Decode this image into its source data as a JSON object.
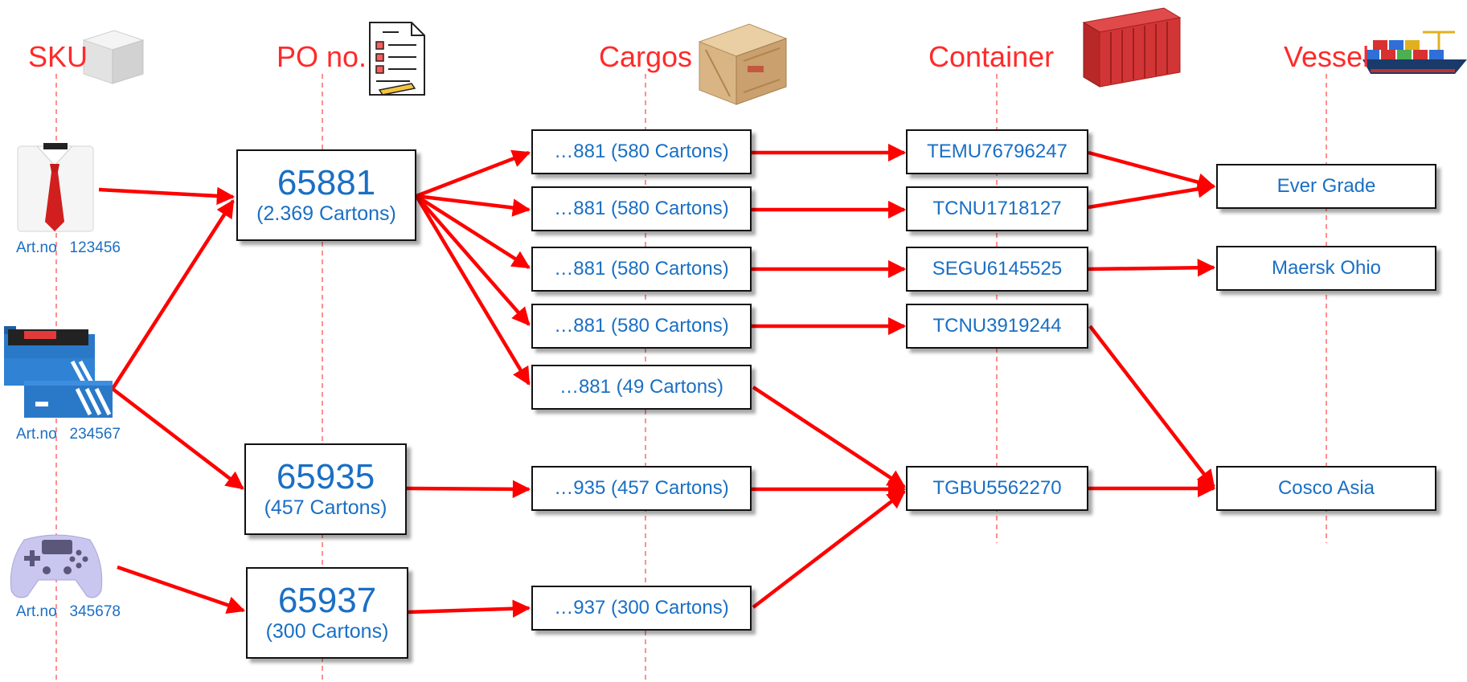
{
  "headers": {
    "sku": "SKU",
    "po": "PO no.",
    "cargos": "Cargos",
    "container": "Container",
    "vessel": "Vessel"
  },
  "skus": [
    {
      "art_label": "Art.no",
      "art_no": "123456",
      "icon": "shirt-and-tie-icon"
    },
    {
      "art_label": "Art.no",
      "art_no": "234567",
      "icon": "shoe-boxes-icon"
    },
    {
      "art_label": "Art.no",
      "art_no": "345678",
      "icon": "gamepad-icon"
    }
  ],
  "pos": [
    {
      "number": "65881",
      "cartons": "(2.369 Cartons)"
    },
    {
      "number": "65935",
      "cartons": "(457 Cartons)"
    },
    {
      "number": "65937",
      "cartons": "(300 Cartons)"
    }
  ],
  "cargos": [
    "…881 (580 Cartons)",
    "…881 (580 Cartons)",
    "…881 (580 Cartons)",
    "…881 (580 Cartons)",
    "…881 (49 Cartons)",
    "…935 (457 Cartons)",
    "…937 (300 Cartons)"
  ],
  "containers": [
    "TEMU76796247",
    "TCNU1718127",
    "SEGU6145525",
    "TCNU3919244",
    "TGBU5562270"
  ],
  "vessels": [
    "Ever Grade",
    "Maersk Ohio",
    "Cosco Asia"
  ],
  "colors": {
    "header": "#ff2a2a",
    "arrow": "#ff0000",
    "text": "#1a6fc4",
    "lifeline": "#ff6a6a"
  }
}
